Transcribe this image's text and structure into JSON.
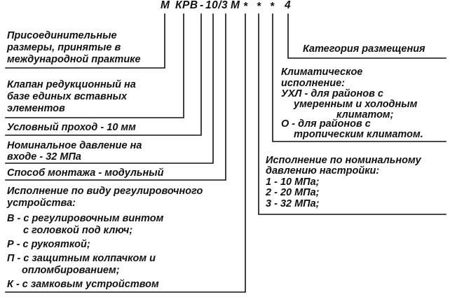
{
  "designation": {
    "m1": "М",
    "krv": "КРВ",
    "dash": "-",
    "size": "10/3",
    "m2": "М",
    "star1": "*",
    "star2": "*",
    "star3": "*",
    "digit": "4"
  },
  "left_notes": {
    "connection": [
      "Присоединительные",
      "размеры, принятые в",
      "международной практике"
    ],
    "valve": [
      "Клапан редукционный на",
      "базе единых вставных",
      "элементов"
    ],
    "nominal_bore": "Условный проход - 10 мм",
    "inlet_pressure": [
      "Номинальное давление на",
      "входе - 32 МПа"
    ],
    "mounting": "Способ монтажа - модульный",
    "regulator": {
      "heading": [
        "Исполнение по виду регулировочного",
        "устройства:"
      ],
      "options": [
        "В - с регулировочным винтом",
        "с головкой под ключ;",
        "Р - с рукояткой;",
        "П - с защитным колпачком и",
        "опломбированием;",
        "К - с замковым устройством"
      ]
    }
  },
  "right_notes": {
    "placement": "Категория размещения",
    "climate": {
      "heading": [
        "Климатическое",
        "исполнение:"
      ],
      "options": [
        "УХЛ - для районов с",
        "умеренным и холодным",
        "климатом;",
        "О - для районов с",
        "тропическим климатом."
      ]
    },
    "pressure_setting": {
      "heading": [
        "Исполнение по номинальному",
        "давлению настройки:"
      ],
      "options": [
        "1 - 10 МПа;",
        "2 - 20 МПа;",
        "3 - 32 МПа;"
      ]
    }
  }
}
